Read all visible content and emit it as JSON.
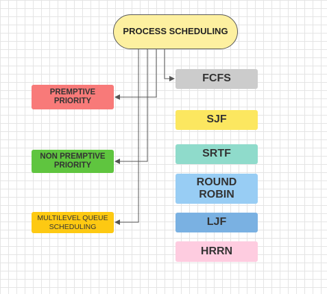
{
  "root": {
    "label": "PROCESS SCHEDULING",
    "color": "#fdf0a0"
  },
  "left_nodes": [
    {
      "id": "premptive-priority",
      "label": "PREMPTIVE PRIORITY",
      "color": "#f87a79"
    },
    {
      "id": "non-premptive-priority",
      "label": "NON PREMPTIVE PRIORITY",
      "color": "#5fc53f"
    },
    {
      "id": "multilevel-queue-scheduling",
      "label": "MULTILEVEL QUEUE SCHEDULING",
      "color": "#fdc912"
    }
  ],
  "right_nodes": [
    {
      "id": "fcfs",
      "label": "FCFS",
      "color": "#cccccc"
    },
    {
      "id": "sjf",
      "label": "SJF",
      "color": "#fce760"
    },
    {
      "id": "srtf",
      "label": "SRTF",
      "color": "#8fdbcb"
    },
    {
      "id": "round-robin",
      "label": "ROUND ROBIN",
      "color": "#98cdf4"
    },
    {
      "id": "ljf",
      "label": "LJF",
      "color": "#7ab1e2"
    },
    {
      "id": "hrrn",
      "label": "HRRN",
      "color": "#fecce0"
    }
  ],
  "edges": [
    {
      "from": "process-scheduling",
      "to": "fcfs"
    },
    {
      "from": "process-scheduling",
      "to": "premptive-priority"
    },
    {
      "from": "process-scheduling",
      "to": "non-premptive-priority"
    },
    {
      "from": "process-scheduling",
      "to": "multilevel-queue-scheduling"
    }
  ],
  "line_color": "#555555"
}
